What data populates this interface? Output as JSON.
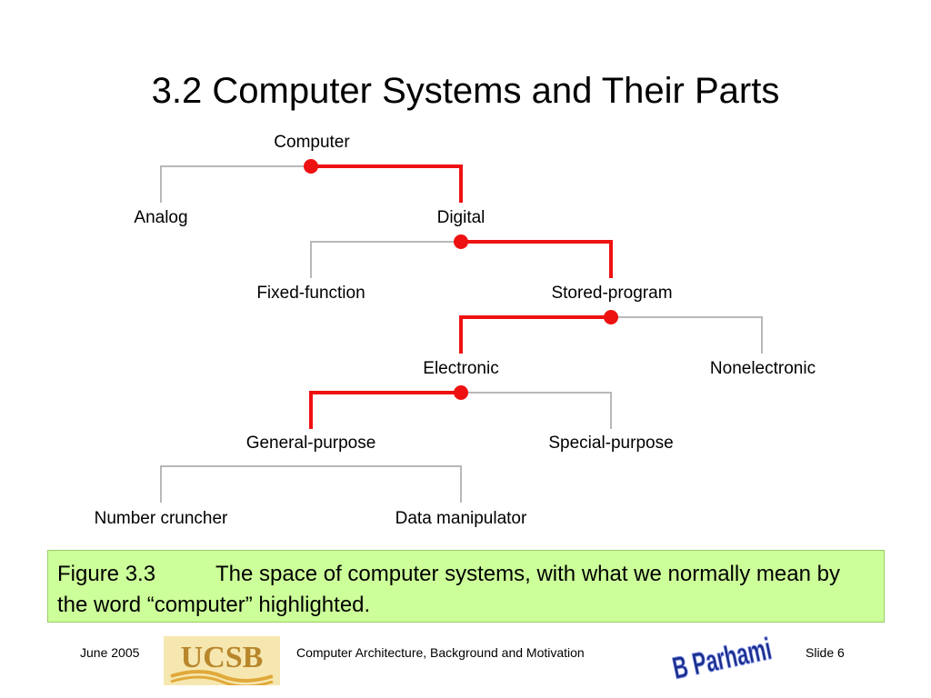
{
  "title": "3.2  Computer Systems and Their Parts",
  "tree": {
    "nodes": {
      "computer": "Computer",
      "analog": "Analog",
      "digital": "Digital",
      "fixed": "Fixed-function",
      "stored": "Stored-program",
      "electronic": "Electronic",
      "nonelectronic": "Nonelectronic",
      "general": "General-purpose",
      "special": "Special-purpose",
      "number": "Number cruncher",
      "data": "Data manipulator"
    },
    "highlighted_path": [
      "Computer",
      "Digital",
      "Stored-program",
      "Electronic",
      "General-purpose"
    ],
    "colors": {
      "highlight": "#ee1111",
      "normal": "#b8b8b8"
    }
  },
  "caption": {
    "figure": "Figure 3.3",
    "text": "The space of computer systems, with what we normally mean by the word “computer” highlighted."
  },
  "footer": {
    "date": "June 2005",
    "center": "Computer Architecture, Background and Motivation",
    "slide": "Slide 6",
    "logo_text": "UCSB",
    "author_logo_text": "B Parhami"
  }
}
